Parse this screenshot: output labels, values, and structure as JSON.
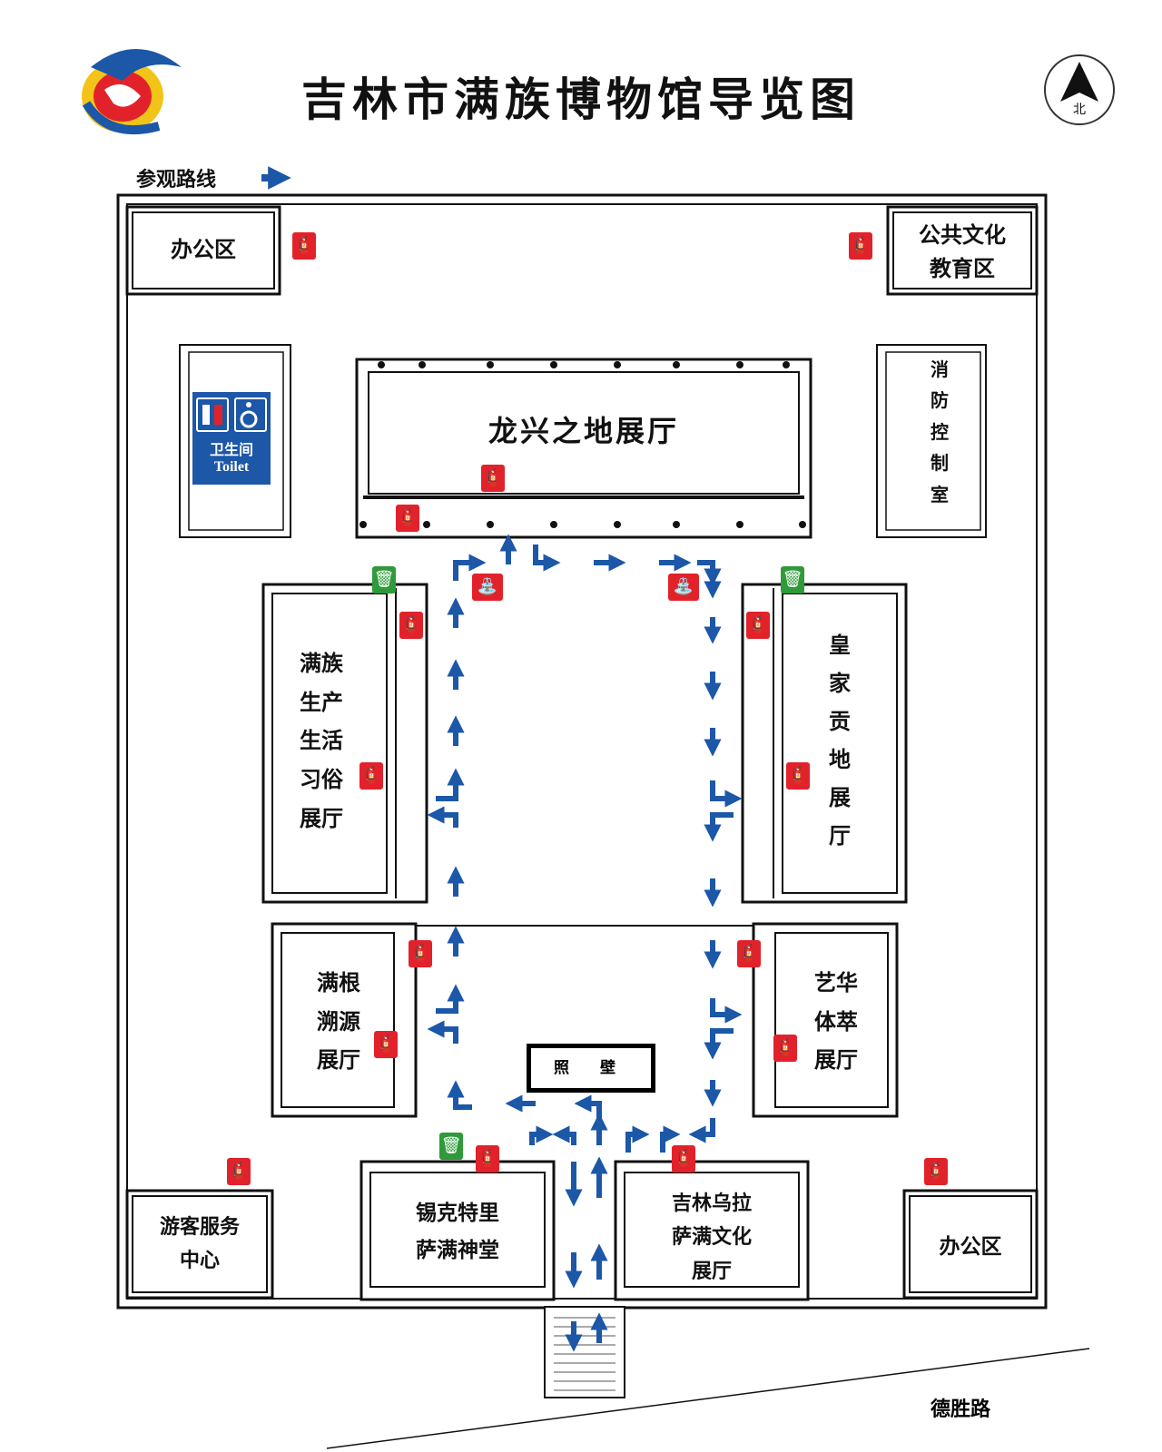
{
  "title": "吉林市满族博物馆导览图",
  "legend": {
    "label": "参观路线"
  },
  "compass": {
    "label": "北"
  },
  "road": {
    "label": "德胜路"
  },
  "toilet": {
    "cn": "卫生间",
    "en": "Toilet"
  },
  "screen_wall": "照 壁",
  "rooms": {
    "office_nw": "办公区",
    "public_culture": [
      "公共文化",
      "教育区"
    ],
    "fire_control": [
      "消",
      "防",
      "控",
      "制",
      "室"
    ],
    "longxing": "龙兴之地展厅",
    "manchu_life": [
      "满族",
      "生产",
      "生活",
      "习俗",
      "展厅"
    ],
    "royal_tribute": [
      "皇",
      "家",
      "贡",
      "地",
      "展",
      "厅"
    ],
    "origins": [
      "满根",
      "溯源",
      "展厅"
    ],
    "arts": [
      "艺华",
      "体萃",
      "展厅"
    ],
    "visitor_center": [
      "游客服务",
      "中心"
    ],
    "xiketeli": [
      "锡克特里",
      "萨满神堂"
    ],
    "jilin_wula": [
      "吉林乌拉",
      "萨满文化",
      "展厅"
    ],
    "office_se": "办公区"
  },
  "colors": {
    "route": "#1c57a8",
    "extinguisher": "#e2222b",
    "trash": "#2f9a3a",
    "wall": "#111111"
  }
}
